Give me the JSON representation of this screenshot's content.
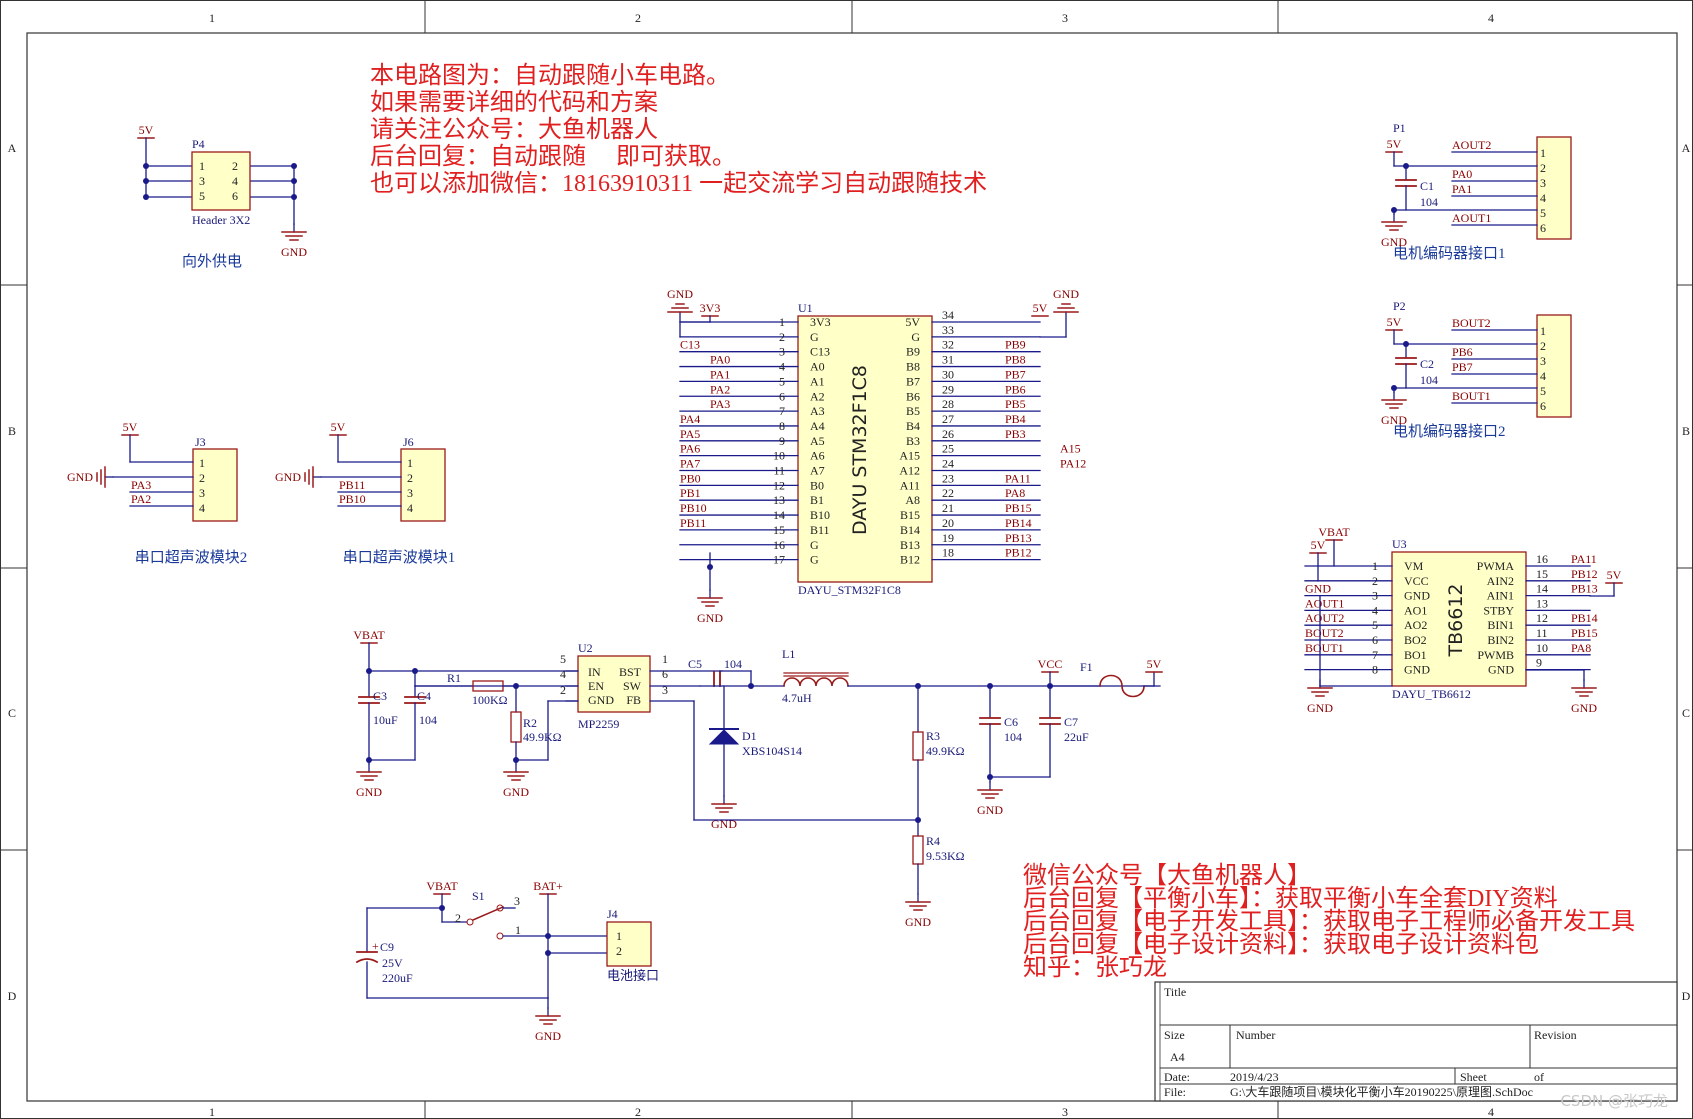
{
  "zones": {
    "columns": [
      "1",
      "2",
      "3",
      "4"
    ],
    "rows": [
      "A",
      "B",
      "C",
      "D"
    ]
  },
  "notes_top": [
    "本电路图为：自动跟随小车电路。",
    "如果需要详细的代码和方案",
    "请关注公众号：大鱼机器人",
    "后台回复：自动跟随　 即可获取。",
    "也可以添加微信：18163910311 一起交流学习自动跟随技术"
  ],
  "notes_bottom": [
    "微信公众号【大鱼机器人】",
    "后台回复【平衡小车】：获取平衡小车全套DIY资料",
    "后台回复【电子开发工具】：获取电子工程师必备开发工具",
    "后台回复【电子设计资料】：获取电子设计资料包",
    "知乎：张巧龙"
  ],
  "p4": {
    "designator": "P4",
    "power": "5V",
    "gnd": "GND",
    "part": "Header 3X2",
    "caption": "向外供电",
    "pins": [
      "1",
      "2",
      "3",
      "4",
      "5",
      "6"
    ]
  },
  "p1": {
    "designator": "P1",
    "power": "5V",
    "gnd": "GND",
    "cap_des": "C1",
    "cap_val": "104",
    "nets": [
      "AOUT2",
      "PA0",
      "PA1",
      "AOUT1"
    ],
    "pins": [
      "1",
      "2",
      "3",
      "4",
      "5",
      "6"
    ],
    "caption": "电机编码器接口1"
  },
  "p2": {
    "designator": "P2",
    "power": "5V",
    "gnd": "GND",
    "cap_des": "C2",
    "cap_val": "104",
    "nets": [
      "BOUT2",
      "PB6",
      "PB7",
      "BOUT1"
    ],
    "pins": [
      "1",
      "2",
      "3",
      "4",
      "5",
      "6"
    ],
    "caption": "电机编码器接口2"
  },
  "j3": {
    "designator": "J3",
    "power": "5V",
    "gnd": "GND",
    "nets": [
      "PA3",
      "PA2"
    ],
    "pins": [
      "1",
      "2",
      "3",
      "4"
    ],
    "caption": "串口超声波模块2"
  },
  "j6": {
    "designator": "J6",
    "power": "5V",
    "gnd": "GND",
    "nets": [
      "PB11",
      "PB10"
    ],
    "pins": [
      "1",
      "2",
      "3",
      "4"
    ],
    "caption": "串口超声波模块1"
  },
  "u1": {
    "designator": "U1",
    "chip": "DAYU STM32F1C8",
    "part": "DAYU_STM32F1C8",
    "gnd_left": "GND",
    "v33": "3V3",
    "v5": "5V",
    "gnd_right": "GND",
    "gnd_bottom": "GND",
    "left_nums": [
      "1",
      "2",
      "3",
      "4",
      "5",
      "6",
      "7",
      "8",
      "9",
      "10",
      "11",
      "12",
      "13",
      "14",
      "15",
      "16",
      "17"
    ],
    "left_names": [
      "3V3",
      "G",
      "C13",
      "A0",
      "A1",
      "A2",
      "A3",
      "A4",
      "A5",
      "A6",
      "A7",
      "B0",
      "B1",
      "B10",
      "B11",
      "G",
      "G"
    ],
    "left_nets": [
      "",
      "",
      "C13",
      "PA0",
      "PA1",
      "PA2",
      "PA3",
      "PA4",
      "PA5",
      "PA6",
      "PA7",
      "PB0",
      "PB1",
      "PB10",
      "PB11",
      "",
      ""
    ],
    "right_nums": [
      "34",
      "33",
      "32",
      "31",
      "30",
      "29",
      "28",
      "27",
      "26",
      "25",
      "24",
      "23",
      "22",
      "21",
      "20",
      "19",
      "18"
    ],
    "right_names": [
      "5V",
      "G",
      "B9",
      "B8",
      "B7",
      "B6",
      "B5",
      "B4",
      "B3",
      "A15",
      "A12",
      "A11",
      "A8",
      "B15",
      "B14",
      "B13",
      "B12"
    ],
    "right_nets": [
      "",
      "",
      "PB9",
      "PB8",
      "PB7",
      "PB6",
      "PB5",
      "PB4",
      "PB3",
      "A15",
      "PA12",
      "PA11",
      "PA8",
      "PB15",
      "PB14",
      "PB13",
      "PB12"
    ]
  },
  "u3": {
    "designator": "U3",
    "chip": "TB6612",
    "part": "DAYU_TB6612",
    "vbat": "VBAT",
    "v5_left": "5V",
    "v5_right": "5V",
    "gnd_left": "GND",
    "gnd_right": "GND",
    "left_nums": [
      "1",
      "2",
      "3",
      "4",
      "5",
      "6",
      "7",
      "8"
    ],
    "left_names": [
      "VM",
      "VCC",
      "GND",
      "AO1",
      "AO2",
      "BO2",
      "BO1",
      "GND"
    ],
    "left_nets": [
      "",
      "",
      "GND",
      "AOUT1",
      "AOUT2",
      "BOUT2",
      "BOUT1",
      ""
    ],
    "right_nums": [
      "16",
      "15",
      "14",
      "13",
      "12",
      "11",
      "10",
      "9"
    ],
    "right_names": [
      "PWMA",
      "AIN2",
      "AIN1",
      "STBY",
      "BIN1",
      "BIN2",
      "PWMB",
      "GND"
    ],
    "right_nets": [
      "PA11",
      "PB12",
      "PB13",
      "",
      "PB14",
      "PB15",
      "PA8",
      ""
    ]
  },
  "power": {
    "vbat": "VBAT",
    "gnd": "GND",
    "vcc": "VCC",
    "v5": "5V",
    "u2": {
      "designator": "U2",
      "part": "MP2259",
      "pins_left": [
        "IN",
        "EN",
        "GND"
      ],
      "pins_right": [
        "BST",
        "SW",
        "FB"
      ],
      "nums_left": [
        "5",
        "4",
        "2"
      ],
      "nums_right": [
        "1",
        "6",
        "3"
      ]
    },
    "c3": {
      "des": "C3",
      "val": "10uF"
    },
    "c4": {
      "des": "C4",
      "val": "104"
    },
    "r1": {
      "des": "R1",
      "val": "100KΩ"
    },
    "r2": {
      "des": "R2",
      "val": "49.9KΩ"
    },
    "c5": {
      "des": "C5",
      "val": "104"
    },
    "l1": {
      "des": "L1",
      "val": "4.7uH"
    },
    "d1": {
      "des": "D1",
      "val": "XBS104S14"
    },
    "r3": {
      "des": "R3",
      "val": "49.9KΩ"
    },
    "r4": {
      "des": "R4",
      "val": "9.53KΩ"
    },
    "c6": {
      "des": "C6",
      "val": "104"
    },
    "c7": {
      "des": "C7",
      "val": "22uF"
    },
    "f1": {
      "des": "F1"
    }
  },
  "battery": {
    "vbat": "VBAT",
    "batp": "BAT+",
    "gnd": "GND",
    "s1": "S1",
    "s1_pins": [
      "2",
      "3",
      "1"
    ],
    "c9": {
      "des": "C9",
      "volt": "25V",
      "val": "220uF",
      "plus": "+"
    },
    "j4": {
      "des": "J4",
      "pins": [
        "1",
        "2"
      ],
      "caption": "电池接口"
    }
  },
  "title_block": {
    "title_label": "Title",
    "size_label": "Size",
    "size_value": "A4",
    "number_label": "Number",
    "revision_label": "Revision",
    "date_label": "Date:",
    "date_value": "2019/4/23",
    "sheet_label": "Sheet",
    "of_label": "of",
    "file_label": "File:",
    "file_value": "G:\\大车跟随项目\\模块化平衡小车20190225\\原理图.SchDoc"
  },
  "watermark": "CSDN @张巧龙"
}
